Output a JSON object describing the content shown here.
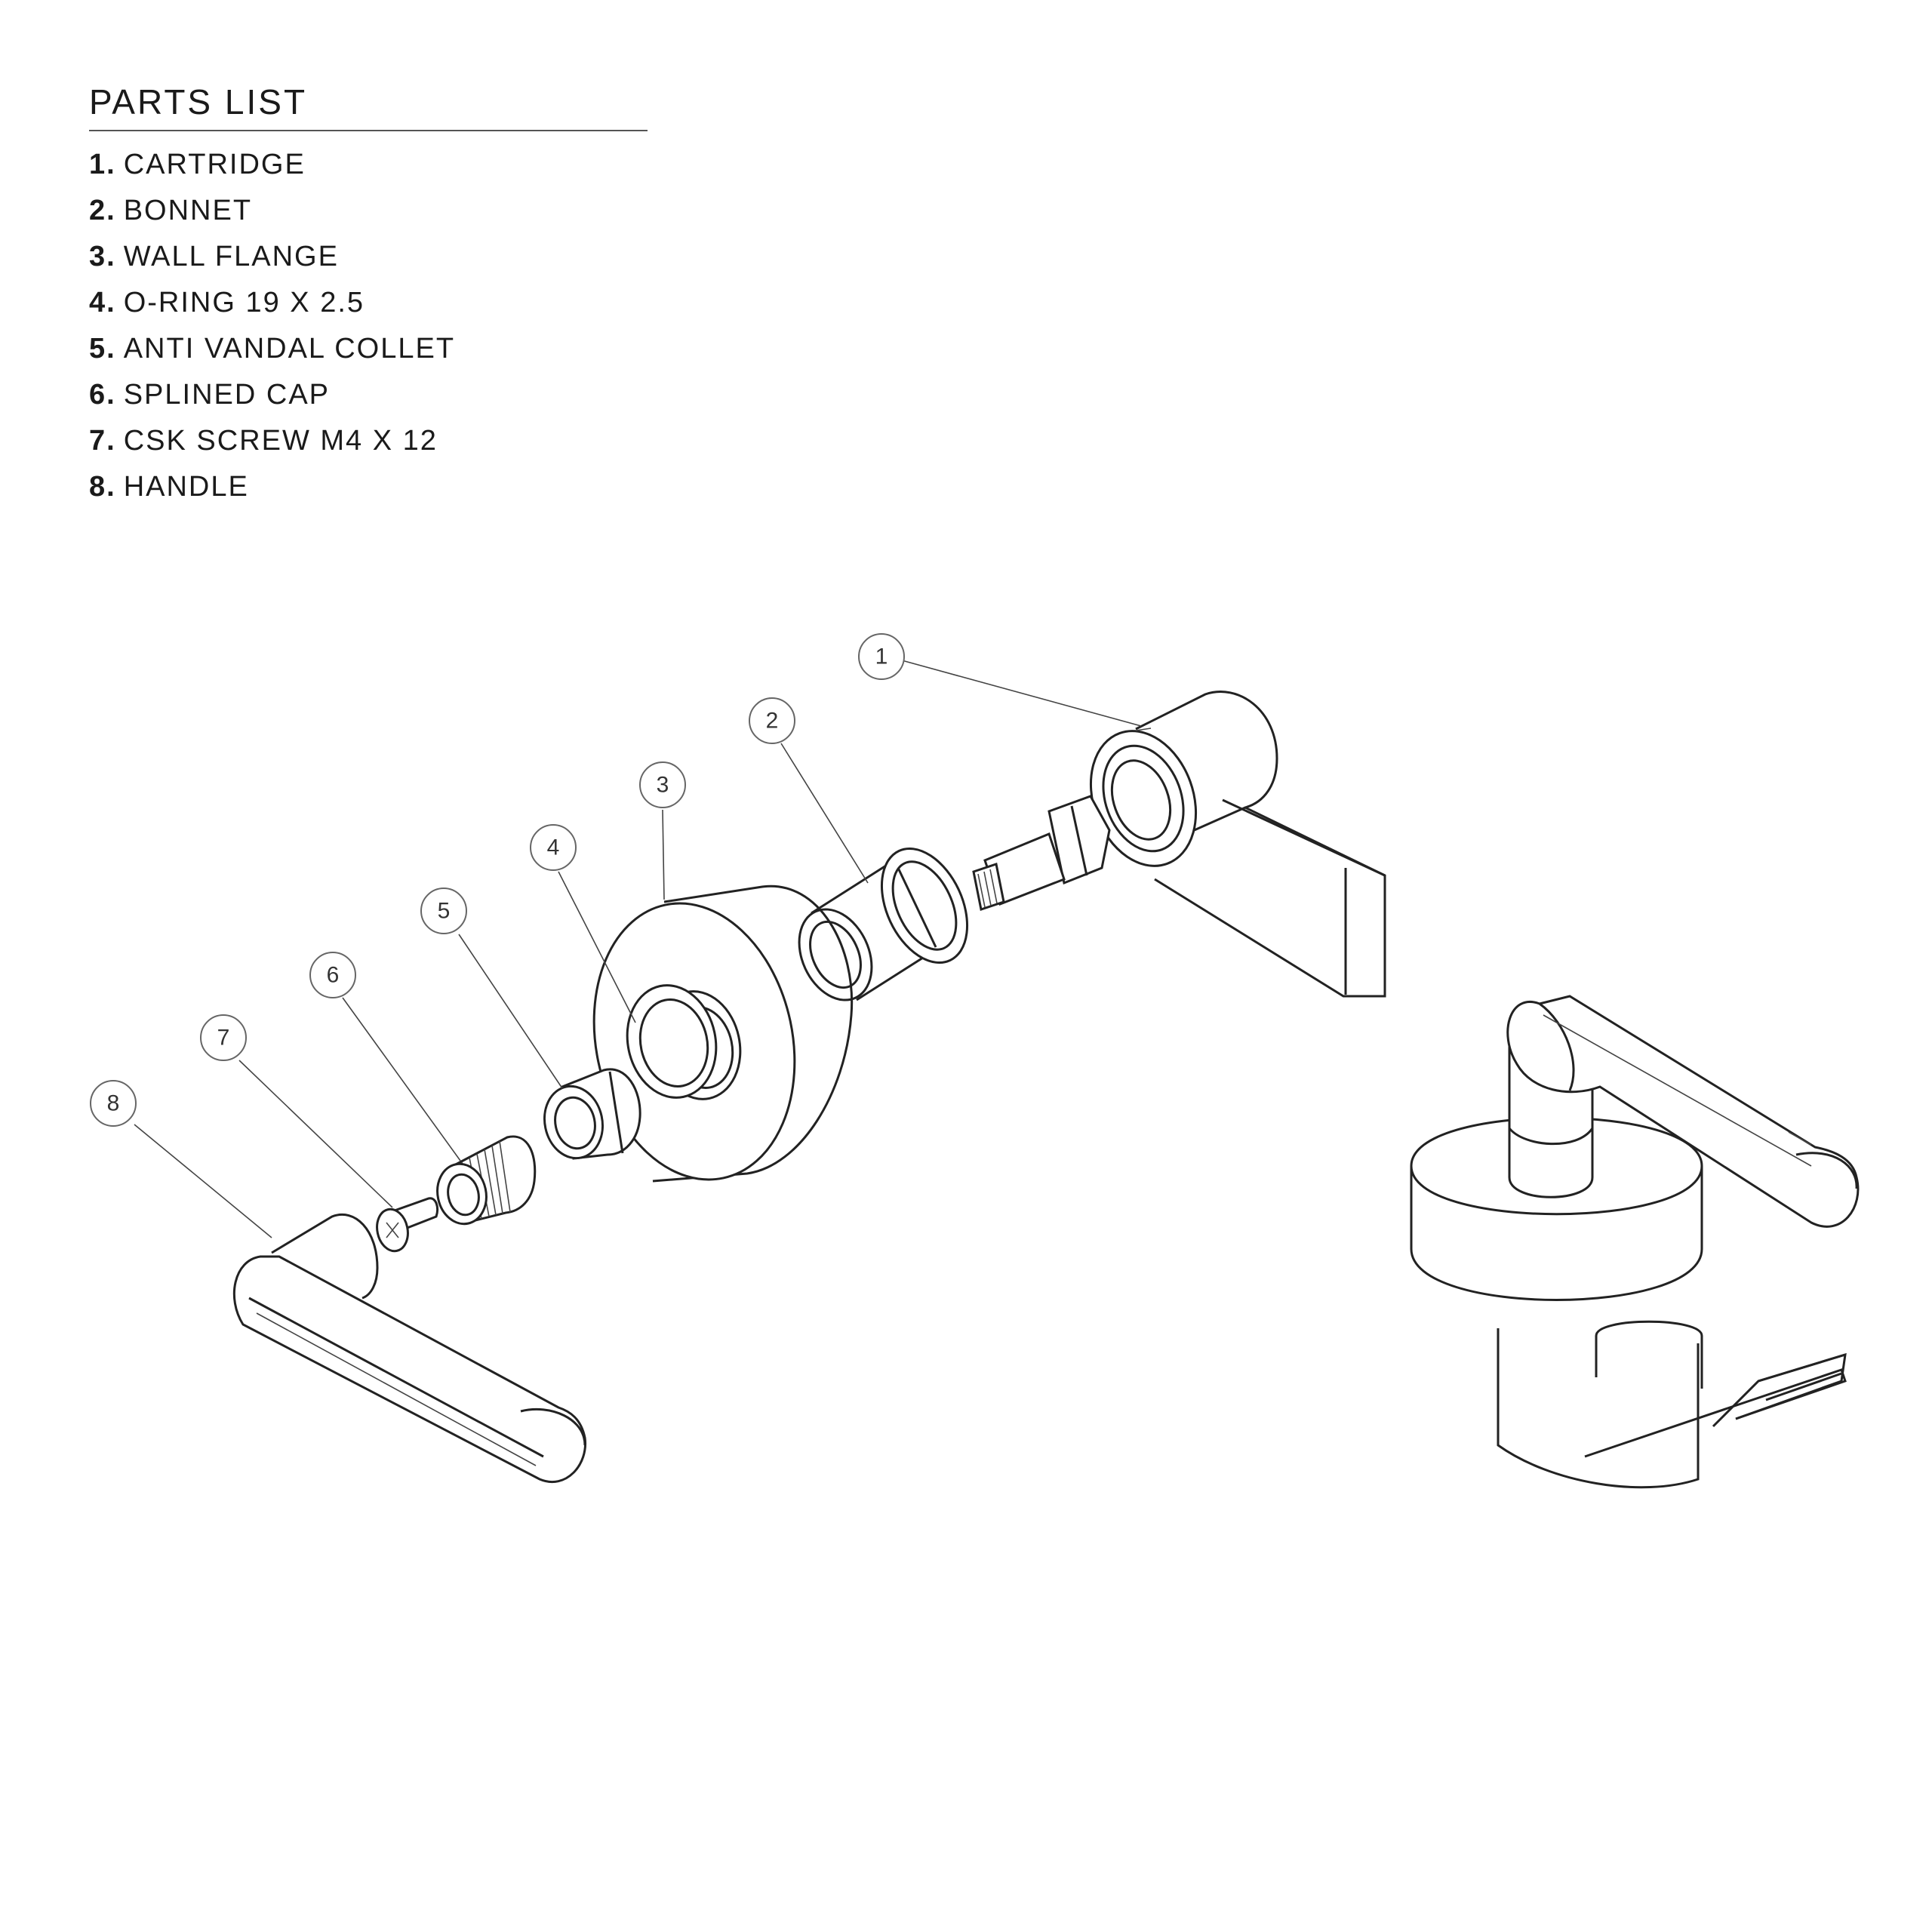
{
  "parts_list": {
    "title": "PARTS LIST",
    "items": [
      {
        "number": "1.",
        "name": "CARTRIDGE"
      },
      {
        "number": "2.",
        "name": "BONNET"
      },
      {
        "number": "3.",
        "name": "WALL FLANGE"
      },
      {
        "number": "4.",
        "name": "O-RING 19 X 2.5"
      },
      {
        "number": "5.",
        "name": "ANTI VANDAL COLLET"
      },
      {
        "number": "6.",
        "name": "SPLINED CAP"
      },
      {
        "number": "7.",
        "name": "CSK SCREW M4 X 12"
      },
      {
        "number": "8.",
        "name": "HANDLE"
      }
    ]
  },
  "balloons": [
    "1",
    "2",
    "3",
    "4",
    "5",
    "6",
    "7",
    "8"
  ]
}
